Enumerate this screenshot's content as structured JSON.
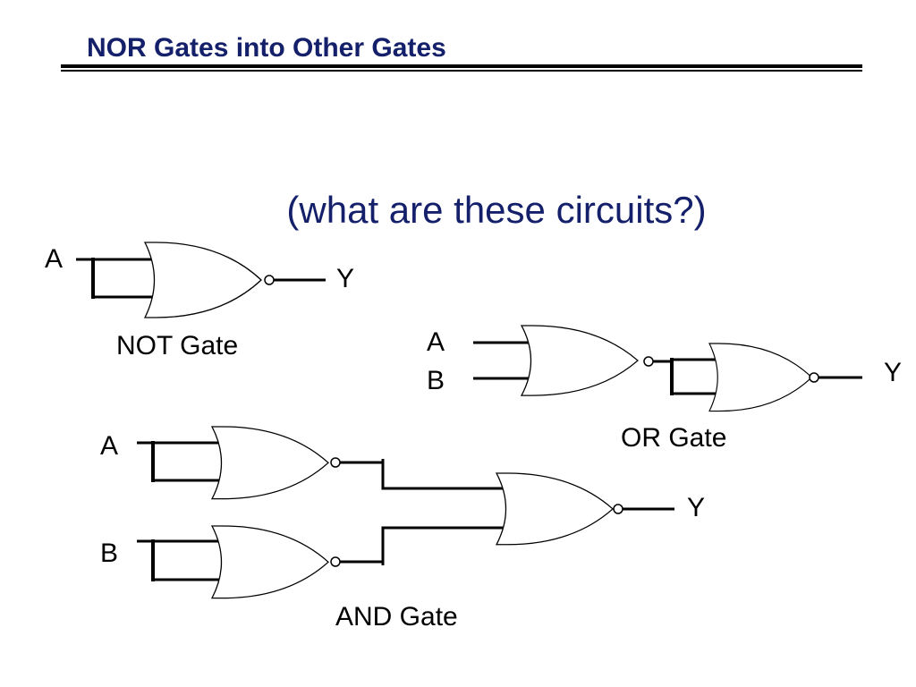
{
  "slide": {
    "title": "NOR Gates into Other Gates",
    "subtitle": "(what are these circuits?)",
    "title_color": "#15206b"
  },
  "circuits": {
    "not_gate": {
      "input_a": "A",
      "output": "Y",
      "caption": "NOT Gate"
    },
    "or_gate": {
      "input_a": "A",
      "input_b": "B",
      "output": "Y",
      "caption": "OR Gate"
    },
    "and_gate": {
      "input_a": "A",
      "input_b": "B",
      "output": "Y",
      "caption": "AND Gate"
    }
  }
}
